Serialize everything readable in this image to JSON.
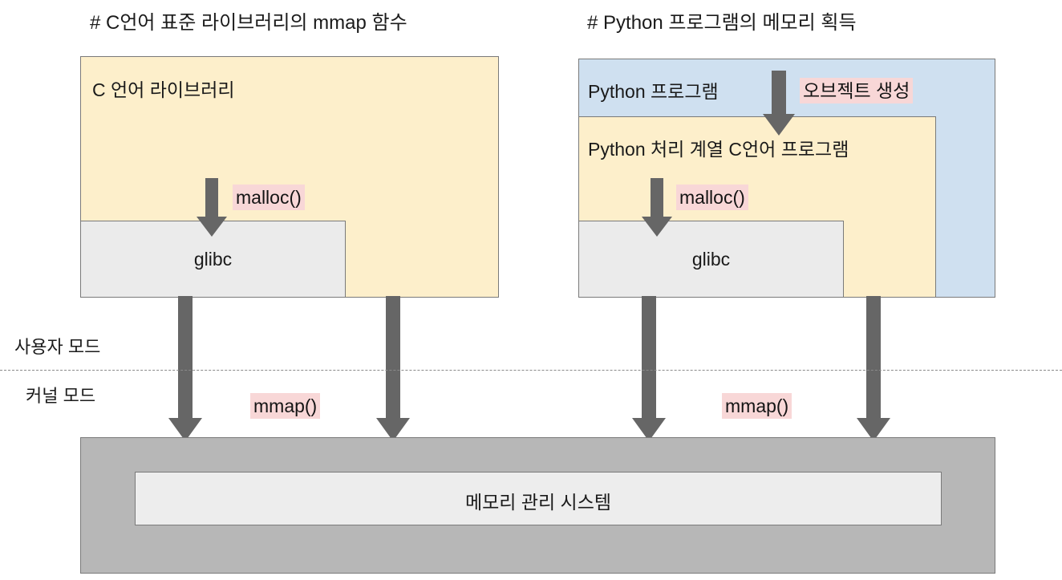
{
  "diagram": {
    "titles": {
      "left": "# C언어 표준 라이브러리의 mmap 함수",
      "right": "# Python 프로그램의 메모리 획득"
    },
    "left_panel": {
      "outer_box_label": "C 언어 라이브러리",
      "glibc_label": "glibc",
      "malloc_tag": "malloc()",
      "mmap_tag": "mmap()"
    },
    "right_panel": {
      "outer_box_label": "Python 프로그램",
      "middle_box_label": "Python 처리 계열 C언어 프로그램",
      "glibc_label": "glibc",
      "object_create_tag": "오브젝트 생성",
      "malloc_tag": "malloc()",
      "mmap_tag": "mmap()"
    },
    "modes": {
      "user_mode": "사용자 모드",
      "kernel_mode": "커널 모드"
    },
    "bottom": {
      "memory_manager_label": "메모리 관리 시스템"
    },
    "colors": {
      "yellow_fill": "#fdefcb",
      "blue_fill": "#cfe0f0",
      "glibc_fill": "#ebebeb",
      "outer_gray_fill": "#b7b7b7",
      "inner_gray_fill": "#ededed",
      "pink_tag_fill": "#f8d7d7",
      "arrow_gray": "#666666",
      "border_gray": "#7a7a7a"
    }
  }
}
